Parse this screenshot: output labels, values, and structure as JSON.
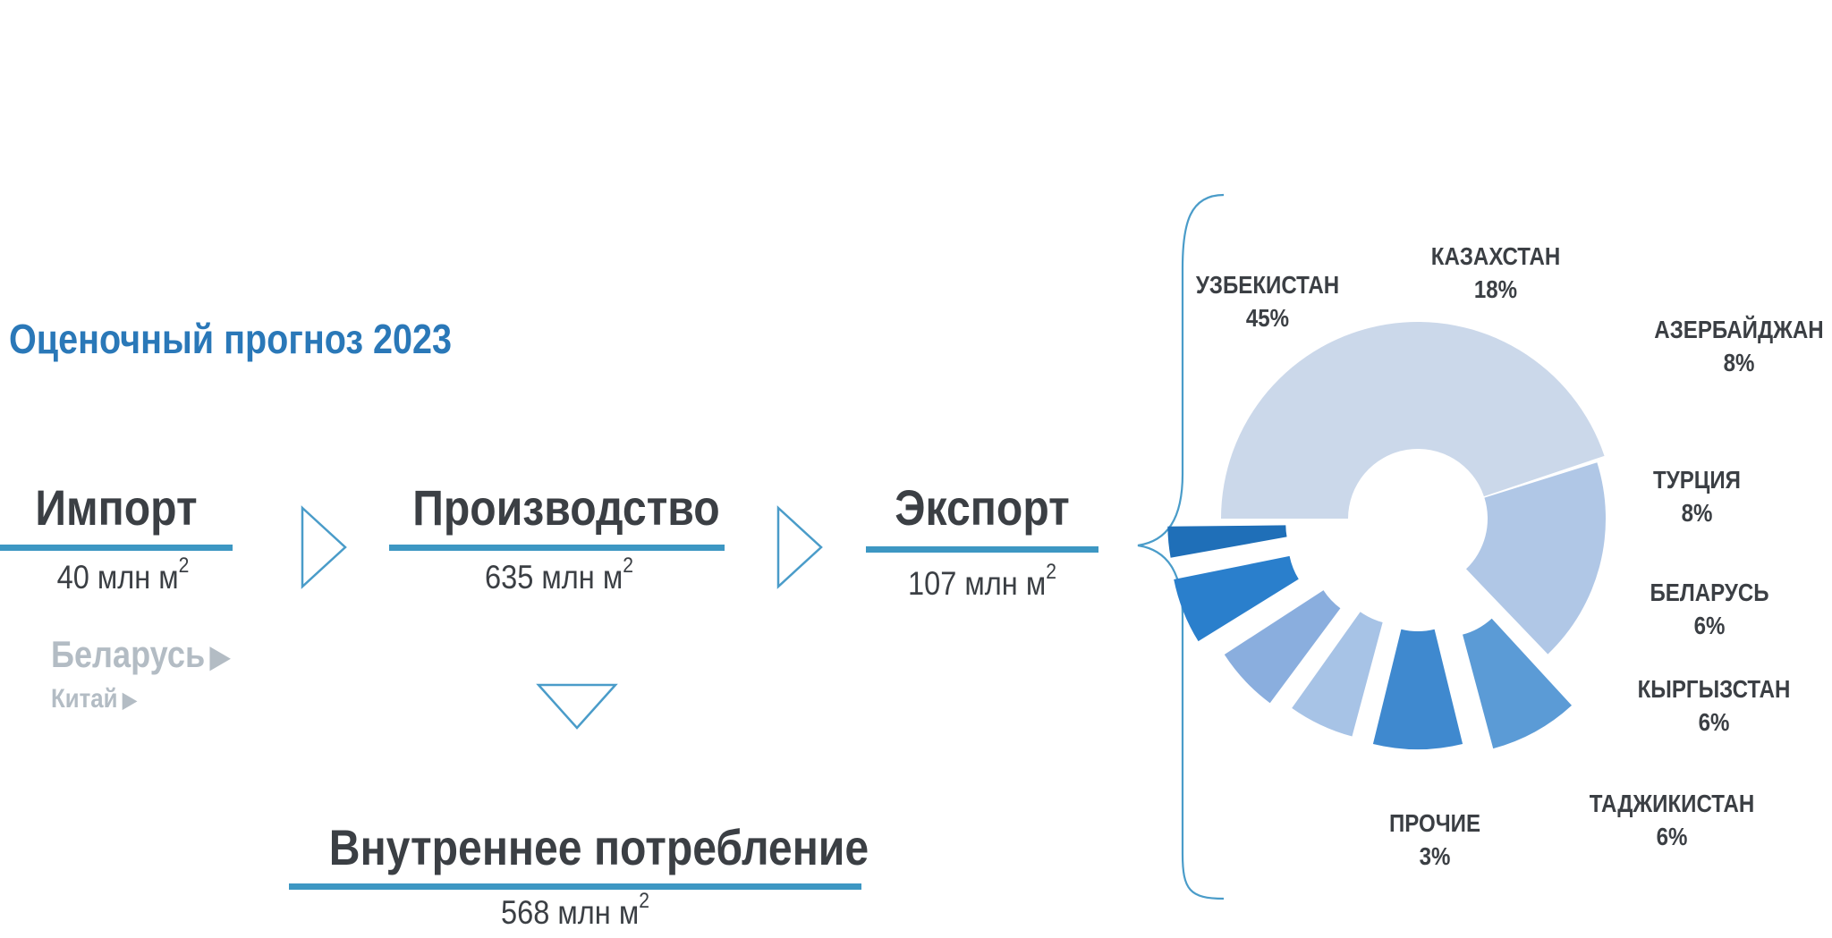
{
  "title": "Оценочный прогноз 2023",
  "blocks": {
    "import": {
      "label": "Импорт",
      "value": "40",
      "unit": "млн м",
      "sup": "2"
    },
    "production": {
      "label": "Производство",
      "value": "635",
      "unit": "млн м",
      "sup": "2"
    },
    "export": {
      "label": "Экспорт",
      "value": "107",
      "unit": "млн м",
      "sup": "2"
    },
    "domestic": {
      "label": "Внутреннее потребление",
      "value": "568",
      "unit": "млн м",
      "sup": "2"
    }
  },
  "import_sources": [
    {
      "name": "Беларусь",
      "arrow": "▶"
    },
    {
      "name": "Китай",
      "arrow": "▶"
    }
  ],
  "colors": {
    "title": "#2a78b8",
    "text": "#3b3f44",
    "line": "#3d97c3",
    "arrow_outline": "#4a9cc9",
    "muted": "#b3bcc4"
  },
  "chart_data": {
    "type": "pie",
    "donut": true,
    "exploded_slices": true,
    "categories": [
      "УЗБЕКИСТАН",
      "КАЗАХСТАН",
      "АЗЕРБАЙДЖАН",
      "ТУРЦИЯ",
      "БЕЛАРУСЬ",
      "КЫРГЫЗСТАН",
      "ТАДЖИКИСТАН",
      "ПРОЧИЕ"
    ],
    "values": [
      45,
      18,
      8,
      8,
      6,
      6,
      6,
      3
    ],
    "value_labels": [
      "45%",
      "18%",
      "8%",
      "8%",
      "6%",
      "6%",
      "6%",
      "3%"
    ],
    "colors": [
      "#cbd8ea",
      "#b0c7e6",
      "#5b9bd6",
      "#3f89cf",
      "#a7c3e6",
      "#8aaede",
      "#2a7fcc",
      "#1f6fb8"
    ]
  }
}
